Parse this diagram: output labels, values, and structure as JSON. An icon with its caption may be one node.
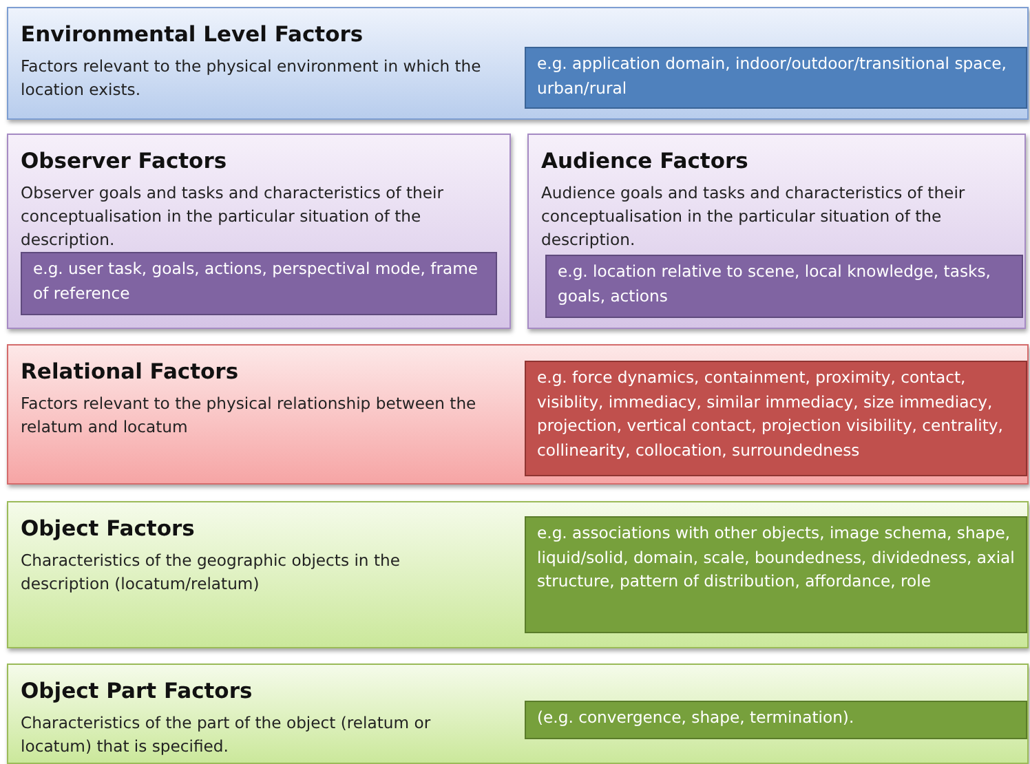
{
  "diagram": {
    "nodes": [
      {
        "text": [
          "Environmental Level Factors",
          "Factors relevant to the physical environment in which the location exists."
        ]
      },
      {
        "text": [
          "e.g. application domain, indoor/outdoor/transitional space, urban/rural"
        ],
        "in": 0
      },
      {
        "text": [
          "Observer Factors",
          "Observer goals and tasks and characteristics of their conceptualisation in the particular situation of the description."
        ]
      },
      {
        "text": [
          "e.g. user task, goals, actions, perspectival mode, frame of reference"
        ],
        "in": 2
      },
      {
        "text": [
          "Audience Factors",
          "Audience goals and tasks and characteristics of their conceptualisation in the particular situation of the description."
        ]
      },
      {
        "text": [
          "e.g. location relative to scene, local knowledge, tasks, goals, actions"
        ],
        "in": 4
      },
      {
        "text": [
          "Relational Factors",
          "Factors relevant to the physical relationship between the relatum and locatum"
        ]
      },
      {
        "text": [
          "e.g. force dynamics, containment, proximity, contact, visiblity, immediacy, similar immediacy, size immediacy, projection, vertical contact, projection visibility, centrality, collinearity, collocation, surroundedness"
        ],
        "in": 6
      },
      {
        "text": [
          "Object Factors",
          "Characteristics of the geographic objects in the description (locatum/relatum)"
        ]
      },
      {
        "text": [
          "e.g. associations with other objects, image schema, shape, liquid/solid, domain, scale, boundedness, dividedness, axial structure, pattern of distribution, affordance, role"
        ],
        "in": 8
      },
      {
        "text": [
          "Object Part Factors",
          "Characteristics of the part of the object (relatum or locatum) that is specified."
        ]
      },
      {
        "text": [
          "(e.g. convergence, shape, termination)."
        ],
        "in": 10
      }
    ],
    "edges": []
  }
}
